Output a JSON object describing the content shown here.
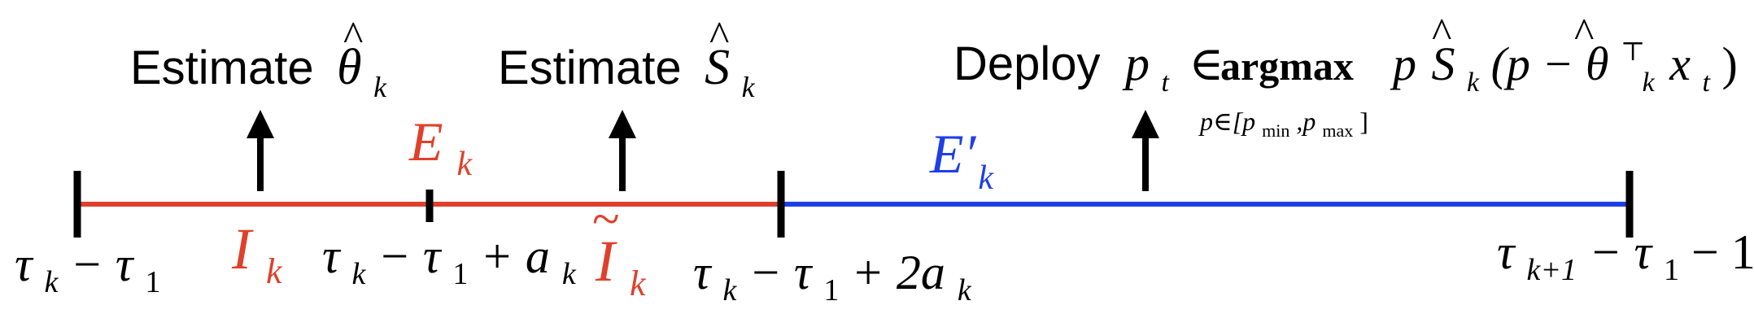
{
  "colors": {
    "red": "#e0402b",
    "blue": "#1f3fe6",
    "black": "#000000"
  },
  "labels": {
    "estimate_theta_text": "Estimate",
    "estimate_theta_sym": "θ",
    "estimate_theta_sub": "k",
    "estimate_s_text": "Estimate",
    "estimate_s_sym": "S",
    "estimate_s_sub": "k",
    "deploy_text": "Deploy",
    "deploy_formula_a": "p",
    "deploy_formula_a_sub": "t",
    "deploy_in": "∈",
    "argmax": "argmax",
    "argmax_sub": "p∈[p",
    "argmax_sub_min": "min",
    "argmax_sub_mid": ",p",
    "argmax_sub_max": "max",
    "argmax_sub_end": "]",
    "deploy_tail_p": "p",
    "deploy_tail_S": "S",
    "deploy_tail_k": "k",
    "deploy_tail_open": "(p − ",
    "deploy_tail_theta": "θ",
    "deploy_tail_sup": "⊤",
    "deploy_tail_k2": "k",
    "deploy_tail_x": "x",
    "deploy_tail_t": "t",
    "deploy_tail_close": ")",
    "E_k": "E",
    "E_k_sub": "k",
    "Eprime_k": "E′",
    "Eprime_k_sub": "k",
    "I_k": "I",
    "I_k_sub": "k",
    "Itilde_k": "I",
    "Itilde_k_sub": "k",
    "tick1_tau": "τ",
    "tick1_sub": "k",
    "tick1_rest": " − τ",
    "tick1_sub2": "1",
    "tick2_tau": "τ",
    "tick2_sub": "k",
    "tick2_rest": " − τ",
    "tick2_sub2": "1",
    "tick2_tail": " + a",
    "tick2_sub3": "k",
    "tick3_tau": "τ",
    "tick3_sub": "k",
    "tick3_rest": " − τ",
    "tick3_sub2": "1",
    "tick3_tail": " + 2a",
    "tick3_sub3": "k",
    "tick4_tau": "τ",
    "tick4_sub": "k+1",
    "tick4_rest": " − τ",
    "tick4_sub2": "1",
    "tick4_tail": " − 1"
  }
}
